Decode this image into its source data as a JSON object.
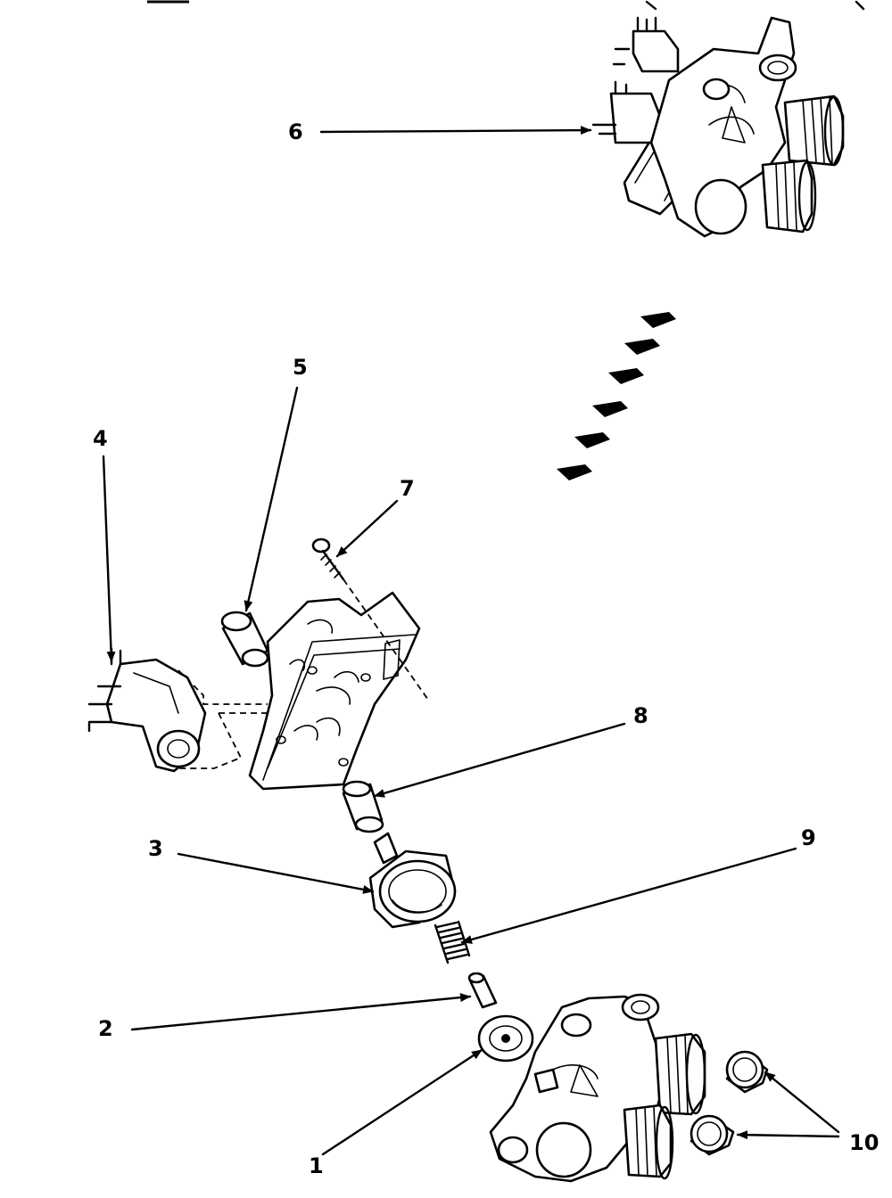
{
  "diagram": {
    "callouts": [
      {
        "id": "6",
        "text": "6"
      },
      {
        "id": "5",
        "text": "5"
      },
      {
        "id": "4",
        "text": "4"
      },
      {
        "id": "7",
        "text": "7"
      },
      {
        "id": "8",
        "text": "8"
      },
      {
        "id": "3",
        "text": "3"
      },
      {
        "id": "9",
        "text": "9"
      },
      {
        "id": "2",
        "text": "2"
      },
      {
        "id": "1",
        "text": "1"
      },
      {
        "id": "10",
        "text": "10"
      }
    ]
  }
}
